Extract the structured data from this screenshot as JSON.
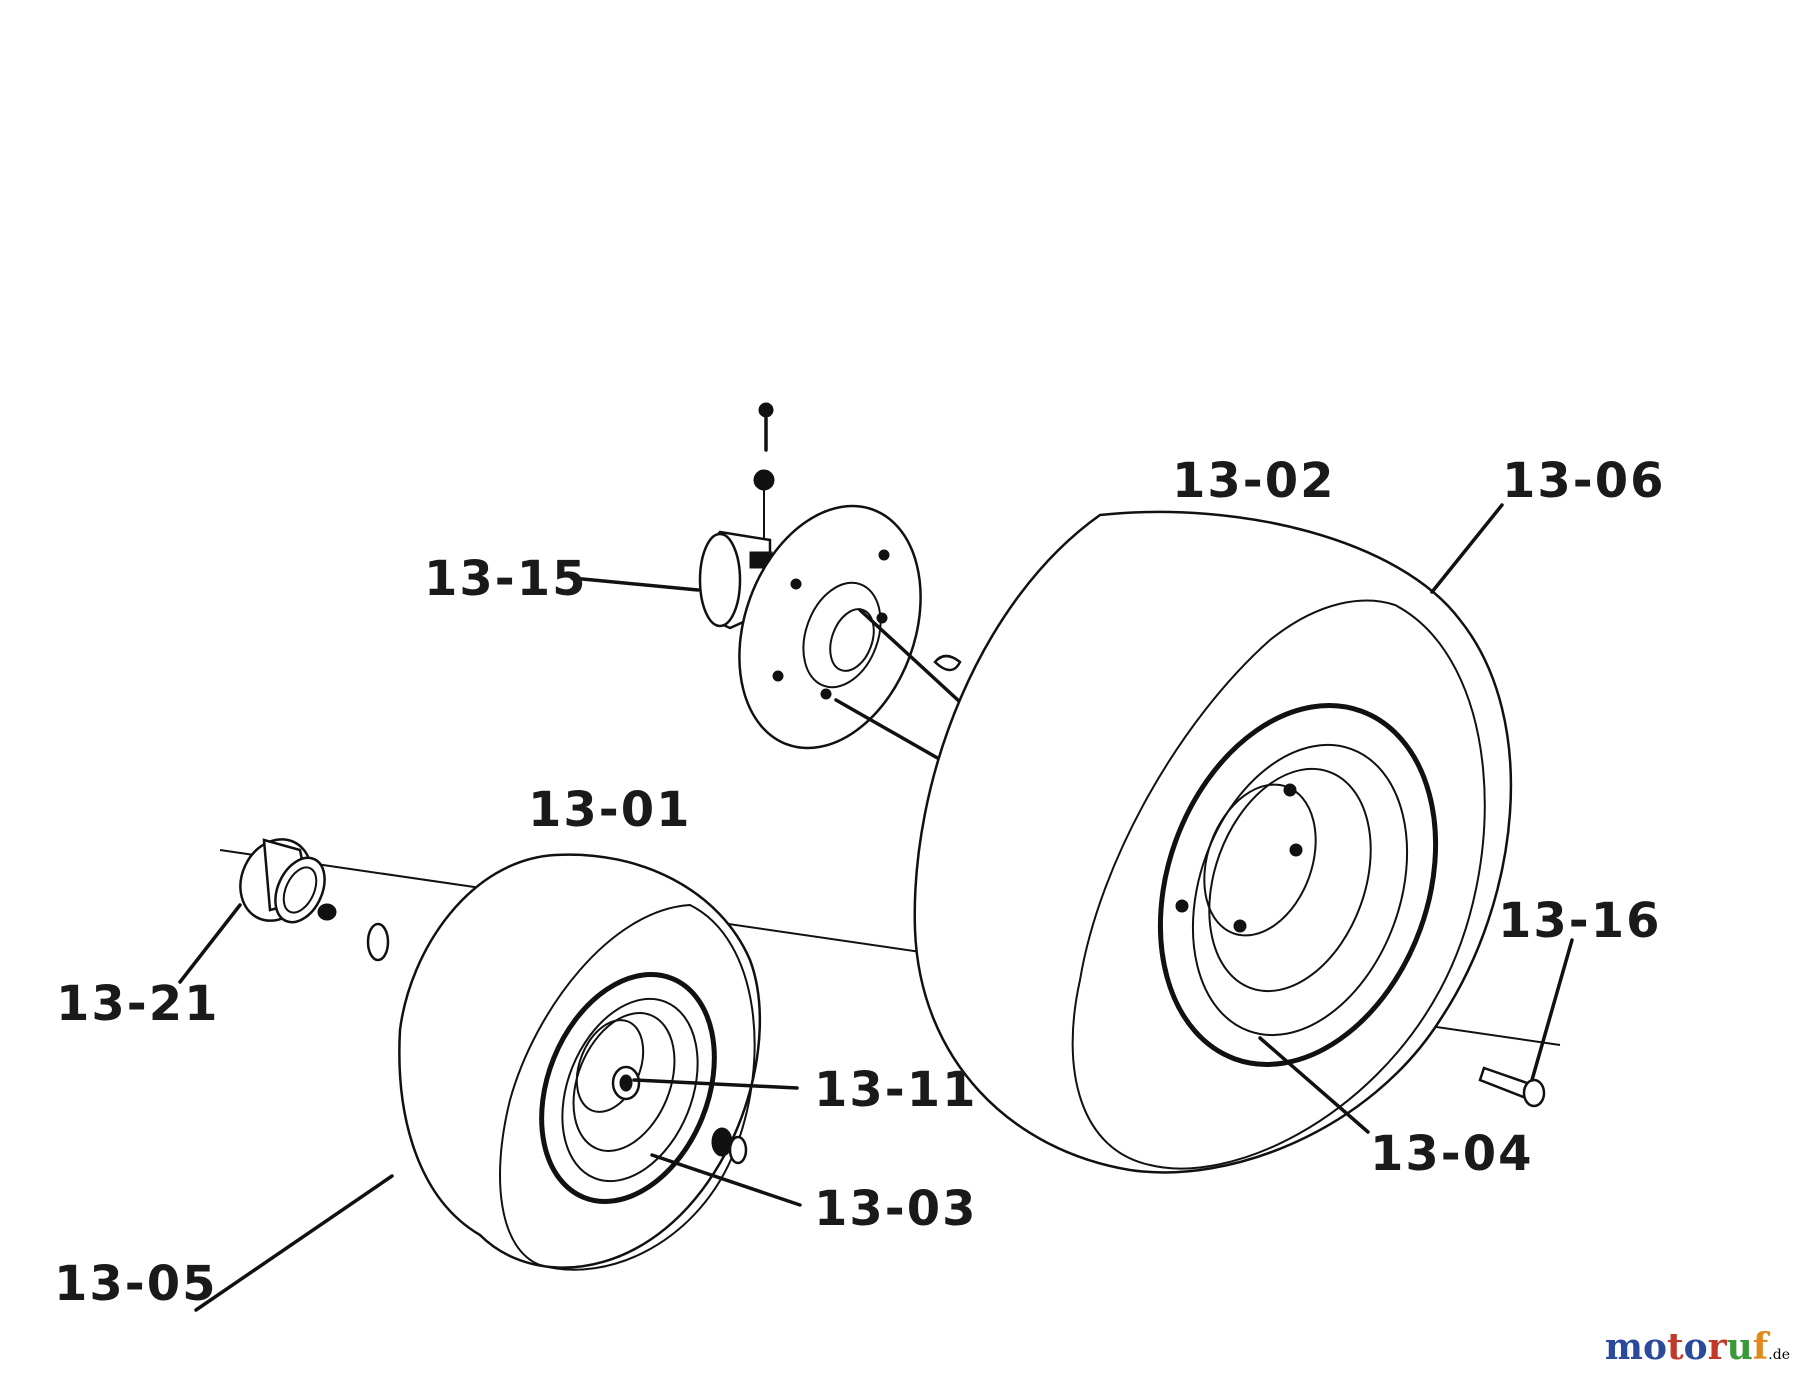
{
  "labels": {
    "p1302": "13-02",
    "p1306": "13-06",
    "p1315": "13-15",
    "p1301": "13-01",
    "p1321": "13-21",
    "p1311": "13-11",
    "p1316": "13-16",
    "p1303": "13-03",
    "p1304": "13-04",
    "p1305": "13-05"
  },
  "watermark": {
    "text": "motoruf",
    "suffix": ".de"
  },
  "colors": {
    "line": "#111111",
    "watermark_blue": "#2b4a9b",
    "watermark_red": "#c0392b",
    "watermark_green": "#3a9a3a",
    "watermark_orange": "#e08a1e"
  }
}
